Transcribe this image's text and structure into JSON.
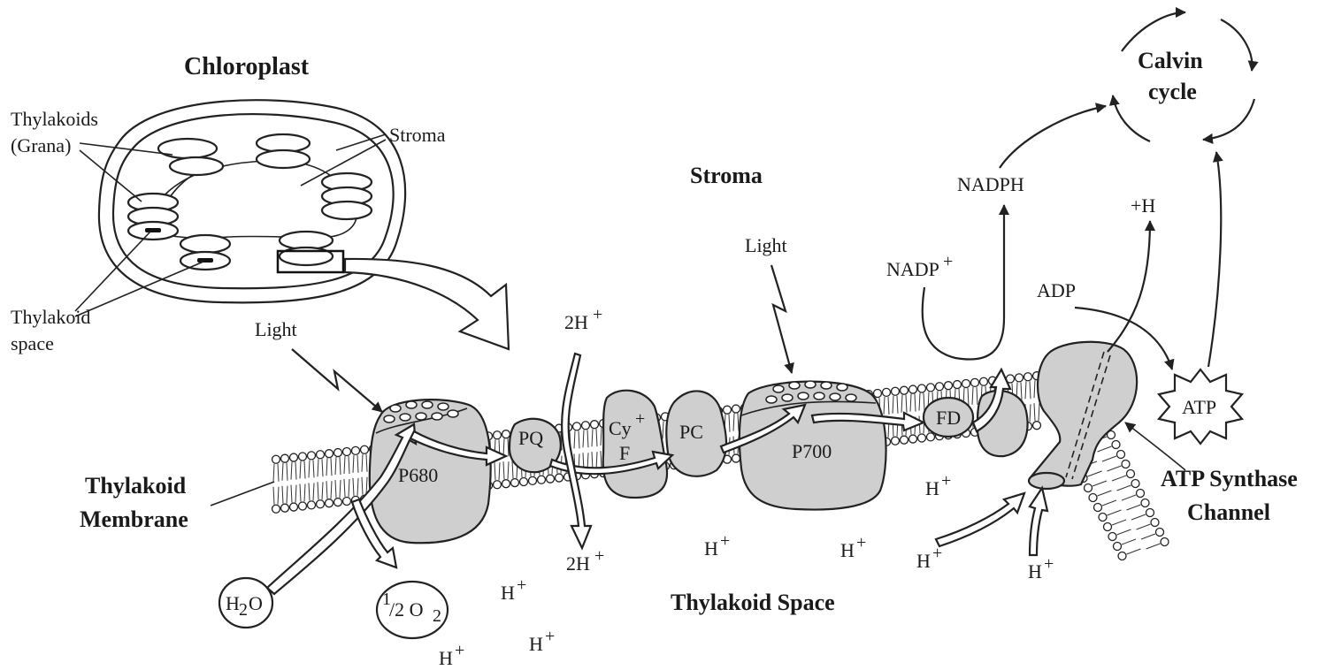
{
  "chloroplast": {
    "title": "Chloroplast",
    "thylakoids_label": [
      "Thylakoids",
      "(Grana)"
    ],
    "stroma_label": "Stroma",
    "thylakoid_space_label": [
      "Thylakoid",
      "space"
    ]
  },
  "labels": {
    "stroma": "Stroma",
    "thylakoid_membrane": [
      "Thylakoid",
      "Membrane"
    ],
    "thylakoid_space": "Thylakoid Space",
    "atp_synthase": [
      "ATP Synthase",
      "Channel"
    ],
    "calvin_cycle": [
      "Calvin",
      "cycle"
    ],
    "light": "Light",
    "nadph": "NADPH",
    "nadp_plus": "NADP",
    "plus_h": "+H",
    "adp": "ADP",
    "atp": "ATP",
    "h_plus": "H",
    "two_h_plus": "2H",
    "water": "H",
    "water_tail": "O",
    "half_oxygen": "/2 O",
    "fraction_num": "1",
    "oxygen_sub": "2",
    "water_sub": "2",
    "sup_plus": "+"
  },
  "complexes": {
    "p680": "P680",
    "pq": "PQ",
    "cytf_top": "Cy",
    "cytf_bottom": "F",
    "pc": "PC",
    "p700": "P700",
    "fd": "FD"
  },
  "colors": {
    "protein_fill": "#cfcfcf",
    "outline": "#222222"
  }
}
